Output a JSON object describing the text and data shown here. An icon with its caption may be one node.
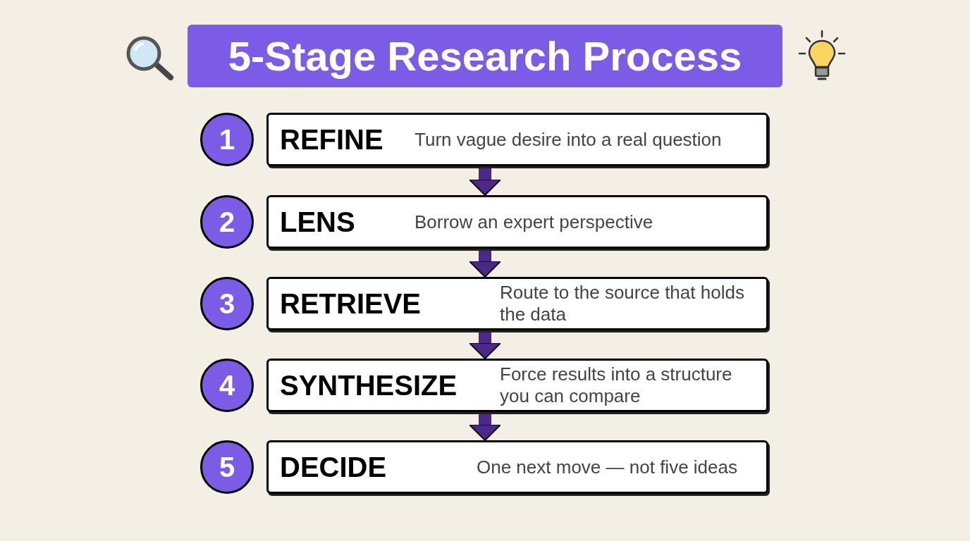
{
  "diagram": {
    "title": "5-Stage Research Process",
    "nodes": [
      {
        "text": [
          "1"
        ]
      },
      {
        "text": [
          "REFINE",
          "Turn vague desire into a real question"
        ]
      },
      {
        "text": [
          "2"
        ]
      },
      {
        "text": [
          "LENS",
          "Borrow an expert perspective"
        ]
      },
      {
        "text": [
          "3"
        ]
      },
      {
        "text": [
          "RETRIEVE",
          "Route to the source that holds the data"
        ]
      },
      {
        "text": [
          "4"
        ]
      },
      {
        "text": [
          "SYNTHESIZE",
          "Force results into a structure you can compare"
        ]
      },
      {
        "text": [
          "5"
        ]
      },
      {
        "text": [
          "DECIDE",
          "One next move — not five ideas"
        ]
      }
    ],
    "edges": [
      {
        "from": 1,
        "to": 3,
        "arrow": "to"
      },
      {
        "from": 3,
        "to": 5,
        "arrow": "to"
      },
      {
        "from": 5,
        "to": 7,
        "arrow": "to"
      },
      {
        "from": 7,
        "to": 9,
        "arrow": "to"
      }
    ]
  }
}
